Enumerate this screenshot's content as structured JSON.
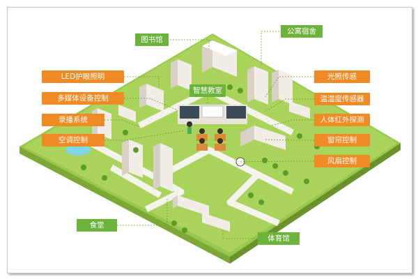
{
  "labels": {
    "library": "图书馆",
    "apartment": "公寓宿舍",
    "led": "LED护眼照明",
    "multimedia": "多媒体设备控制",
    "recording": "录播系统",
    "aircon": "空调控制",
    "smart_classroom": "智慧教室",
    "light_sensor": "光照传感",
    "temp_humidity": "温湿度传感器",
    "infrared": "人体红外探测",
    "curtain": "窗帘控制",
    "fan": "风扇控制",
    "canteen": "食堂",
    "gym": "体育馆"
  },
  "colors": {
    "orange": "#f08a24",
    "green": "#6bb33a",
    "ground": "#a9d05b",
    "road": "#f3f3ea"
  }
}
